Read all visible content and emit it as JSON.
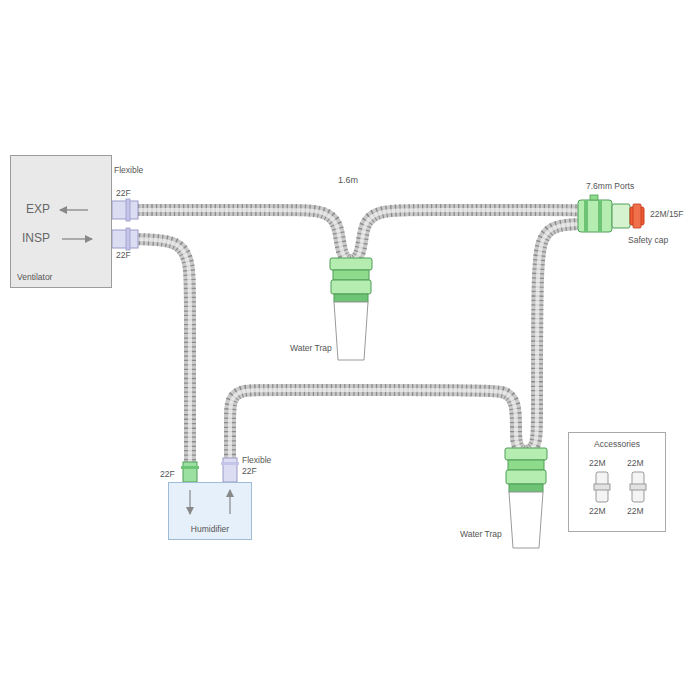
{
  "diagram": {
    "nodes": [
      {
        "text": [
          "Ventilator"
        ]
      },
      {
        "text": [
          "Humidifier"
        ]
      },
      {
        "text": [
          "Accessories"
        ]
      }
    ],
    "edges": [
      {
        "from": 0,
        "to": 1,
        "arrow": "none"
      },
      {
        "from": 1,
        "to": 0,
        "arrow": "none"
      }
    ],
    "labels": [
      "Flexible",
      "22F",
      "EXP",
      "INSP",
      "22F",
      "1.6m",
      "7.6mm Ports",
      "22M/15F",
      "Safety cap",
      "Water Trap",
      "22F",
      "Flexible",
      "22F",
      "Water Trap",
      "22M",
      "22M",
      "22M",
      "22M"
    ]
  }
}
